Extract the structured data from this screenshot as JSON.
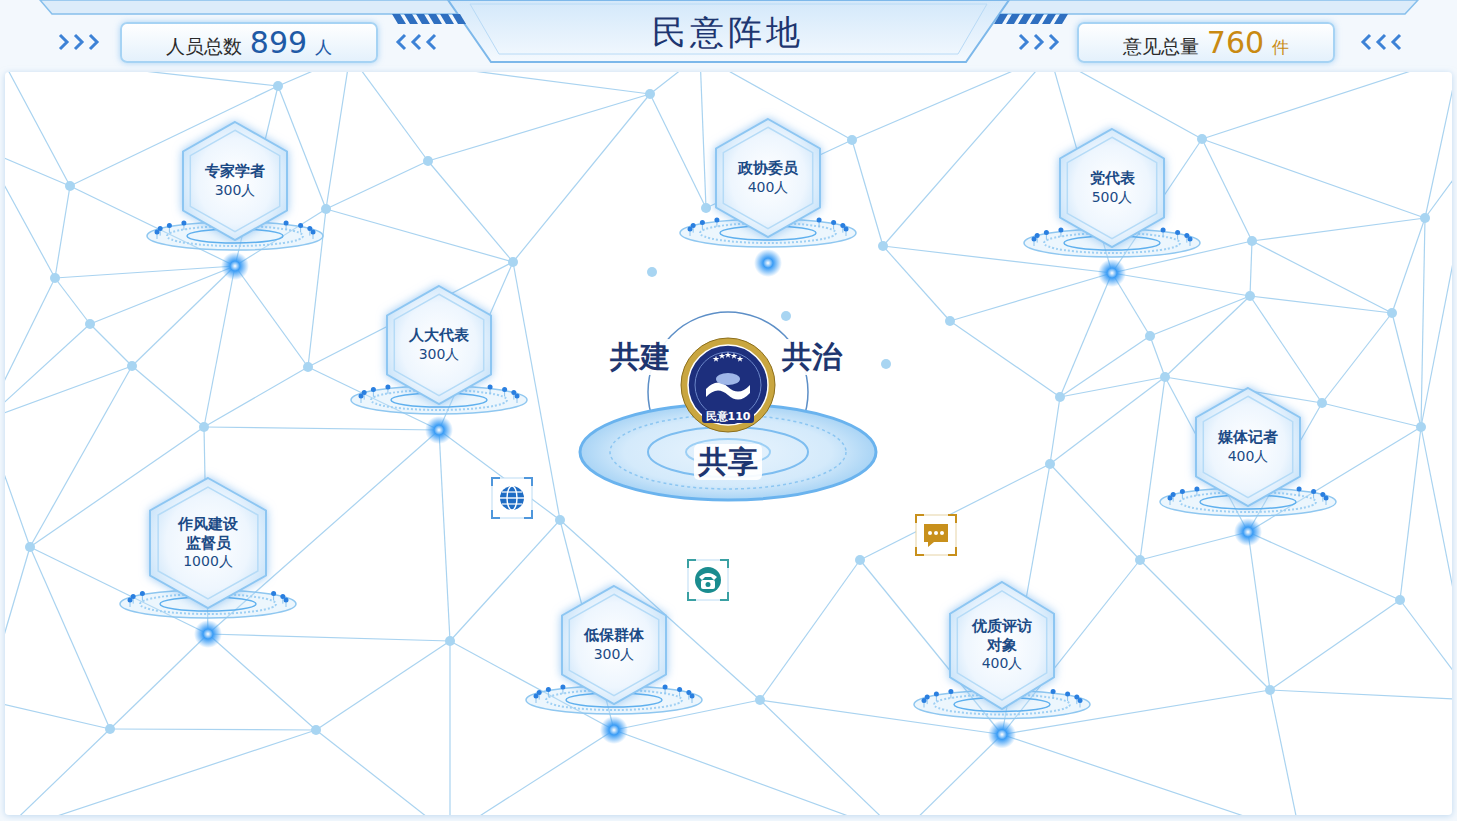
{
  "diagram": {
    "title": "民意阵地",
    "nodes": [
      {
        "text": [
          "人员总数",
          "899",
          "人"
        ]
      },
      {
        "text": [
          "意见总量",
          "760",
          "件"
        ]
      },
      {
        "text": [
          "专家学者",
          "300人"
        ]
      },
      {
        "text": [
          "政协委员",
          "400人"
        ]
      },
      {
        "text": [
          "党代表",
          "500人"
        ]
      },
      {
        "text": [
          "人大代表",
          "300人"
        ]
      },
      {
        "text": [
          "民意110"
        ]
      },
      {
        "text": [
          "媒体记者",
          "400人"
        ]
      },
      {
        "text": [
          "作风建设 监督员",
          "1000人"
        ]
      },
      {
        "text": [
          "低保群体",
          "300人"
        ]
      },
      {
        "text": [
          "优质评访 对象",
          "400人"
        ]
      }
    ],
    "labels": [
      "共建",
      "共治",
      "共享"
    ]
  }
}
